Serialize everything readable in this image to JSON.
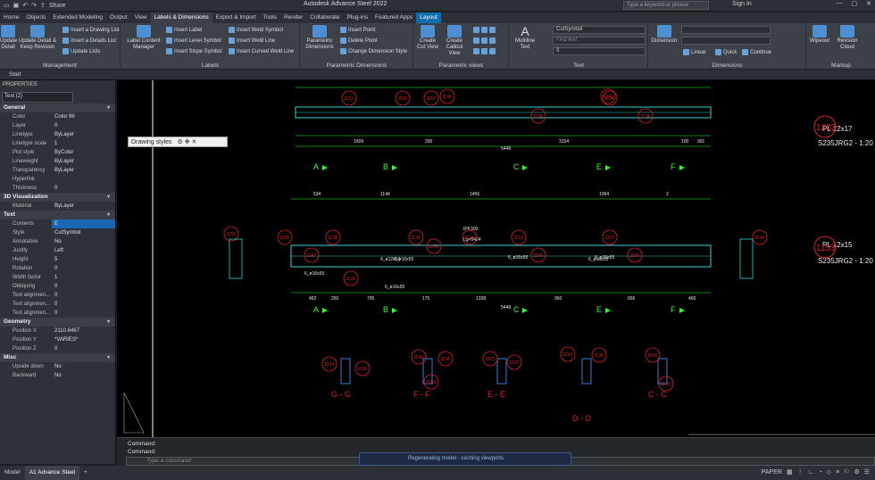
{
  "app": {
    "title": "Autodesk Advance Steel 2022",
    "search_placeholder": "Type a keyword or phrase",
    "share": "Share",
    "signin": "Sign In"
  },
  "ribbon_tabs": [
    "Home",
    "Objects",
    "Extended Modeling",
    "Output",
    "View",
    "Labels & Dimensions",
    "Export & Import",
    "Tools",
    "Render",
    "Collaborate",
    "Plug-ins",
    "Featured Apps",
    "Layout"
  ],
  "panels": {
    "management": {
      "label": "Management",
      "update_detail": "Update Detail",
      "update_keep": "Update Detail & Keep Revision",
      "insert_drawing_list": "Insert a Drawing List",
      "insert_details_list": "Insert a Details List",
      "update_lists": "Update Lists"
    },
    "labels": {
      "label": "Labels",
      "label_content_manager": "Label Content Manager",
      "insert_label": "Insert Label",
      "insert_level_symbol": "Insert Level Symbol",
      "insert_slope_symbol": "Insert Slope Symbol",
      "insert_weld_symbol": "Insert Weld Symbol",
      "insert_weld_line": "Insert Weld Line",
      "insert_curved_weld_line": "Insert Curved Weld Line"
    },
    "param_dims": {
      "label": "Parametric Dimensions",
      "parametric_dimensions": "Parametric Dimensions",
      "insert_point": "Insert Point",
      "delete_point": "Delete Point",
      "change_dim_style": "Change Dimension Style"
    },
    "param_views": {
      "label": "Parametric views",
      "create_cut_view": "Create Cut View",
      "create_callout_view": "Create Callout View"
    },
    "text": {
      "label": "Text",
      "multiline": "Multiline Text",
      "font": "CutSymbol",
      "find": "Find text",
      "height": "3"
    },
    "dimensions": {
      "label": "Dimensions",
      "dimension": "Dimension",
      "linear": "Linear",
      "quick": "Quick",
      "continue": "Continue"
    },
    "markup": {
      "label": "Markup",
      "wipeout": "Wipeout",
      "revision_cloud": "Revision Cloud"
    }
  },
  "doc_tab": "Start",
  "properties": {
    "title": "PROPERTIES",
    "selection": "Text (2)",
    "sections": [
      {
        "name": "General",
        "rows": [
          [
            "Color",
            "Color 96"
          ],
          [
            "Layer",
            "0"
          ],
          [
            "Linetype",
            "ByLayer"
          ],
          [
            "Linetype scale",
            "1"
          ],
          [
            "Plot style",
            "ByColor"
          ],
          [
            "Lineweight",
            "ByLayer"
          ],
          [
            "Transparency",
            "ByLayer"
          ],
          [
            "Hyperlink",
            ""
          ],
          [
            "Thickness",
            "0"
          ]
        ]
      },
      {
        "name": "3D Visualization",
        "rows": [
          [
            "Material",
            "ByLayer"
          ]
        ]
      },
      {
        "name": "Text",
        "rows": [
          [
            "Contents",
            "E"
          ],
          [
            "Style",
            "CutSymbol"
          ],
          [
            "Annotative",
            "No"
          ],
          [
            "Justify",
            "Left"
          ],
          [
            "Height",
            "5"
          ],
          [
            "Rotation",
            "0"
          ],
          [
            "Width factor",
            "1"
          ],
          [
            "Obliquing",
            "0"
          ],
          [
            "Text alignmen...",
            "0"
          ],
          [
            "Text alignmen...",
            "0"
          ],
          [
            "Text alignmen...",
            "0"
          ]
        ]
      },
      {
        "name": "Geometry",
        "rows": [
          [
            "Position X",
            "2110.6467"
          ],
          [
            "Position Y",
            "*VARIES*"
          ],
          [
            "Position Z",
            "0"
          ]
        ]
      },
      {
        "name": "Misc",
        "rows": [
          [
            "Upside down",
            "No"
          ],
          [
            "Backward",
            "No"
          ]
        ]
      }
    ]
  },
  "drawing_styles": "Drawing styles",
  "drawing": {
    "top_dims": [
      "1509",
      "290",
      "3154",
      "100",
      "301"
    ],
    "top_total": "5448",
    "mid_dims_top": [
      "534",
      "1144",
      "1456",
      "1094",
      "2"
    ],
    "mid_dims_bot": [
      "462",
      "250",
      "795",
      "175",
      "1338",
      "950",
      "656",
      "400"
    ],
    "mid_total": "5448",
    "grid_labels": [
      "A",
      "B",
      "C",
      "E",
      "F"
    ],
    "part_marks": [
      "1153",
      "1156",
      "1267",
      "1134",
      "1134",
      "1134",
      "1156",
      "1134"
    ],
    "ann": [
      "IPE300",
      "Lg=5424",
      "6_ø16x55",
      "6_ø16x55",
      "6_ø16x55",
      "4_ø12x50",
      "6_ø16x55",
      "6_ø16x55",
      "6_ø16x55"
    ],
    "right_notes": [
      "PL  12x17",
      "S235JRG2 - 1:20",
      "PL  12x15",
      "S235JRG2 - 1:20"
    ],
    "right_marks": [
      "1203",
      "1153"
    ],
    "sections": [
      "G - G",
      "F - F",
      "E - E",
      "D - D",
      "C - C"
    ],
    "section_marks": [
      "1234",
      "1136",
      "1156",
      "1158",
      "1203",
      "1262"
    ]
  },
  "command": {
    "line1": "Command:",
    "line2": "Command:",
    "placeholder": "Type a command"
  },
  "status": {
    "tabs": [
      "Model",
      "A1 Advance Steel"
    ],
    "paper": "PAPER",
    "toast": "Regenerating model - caching viewports."
  }
}
